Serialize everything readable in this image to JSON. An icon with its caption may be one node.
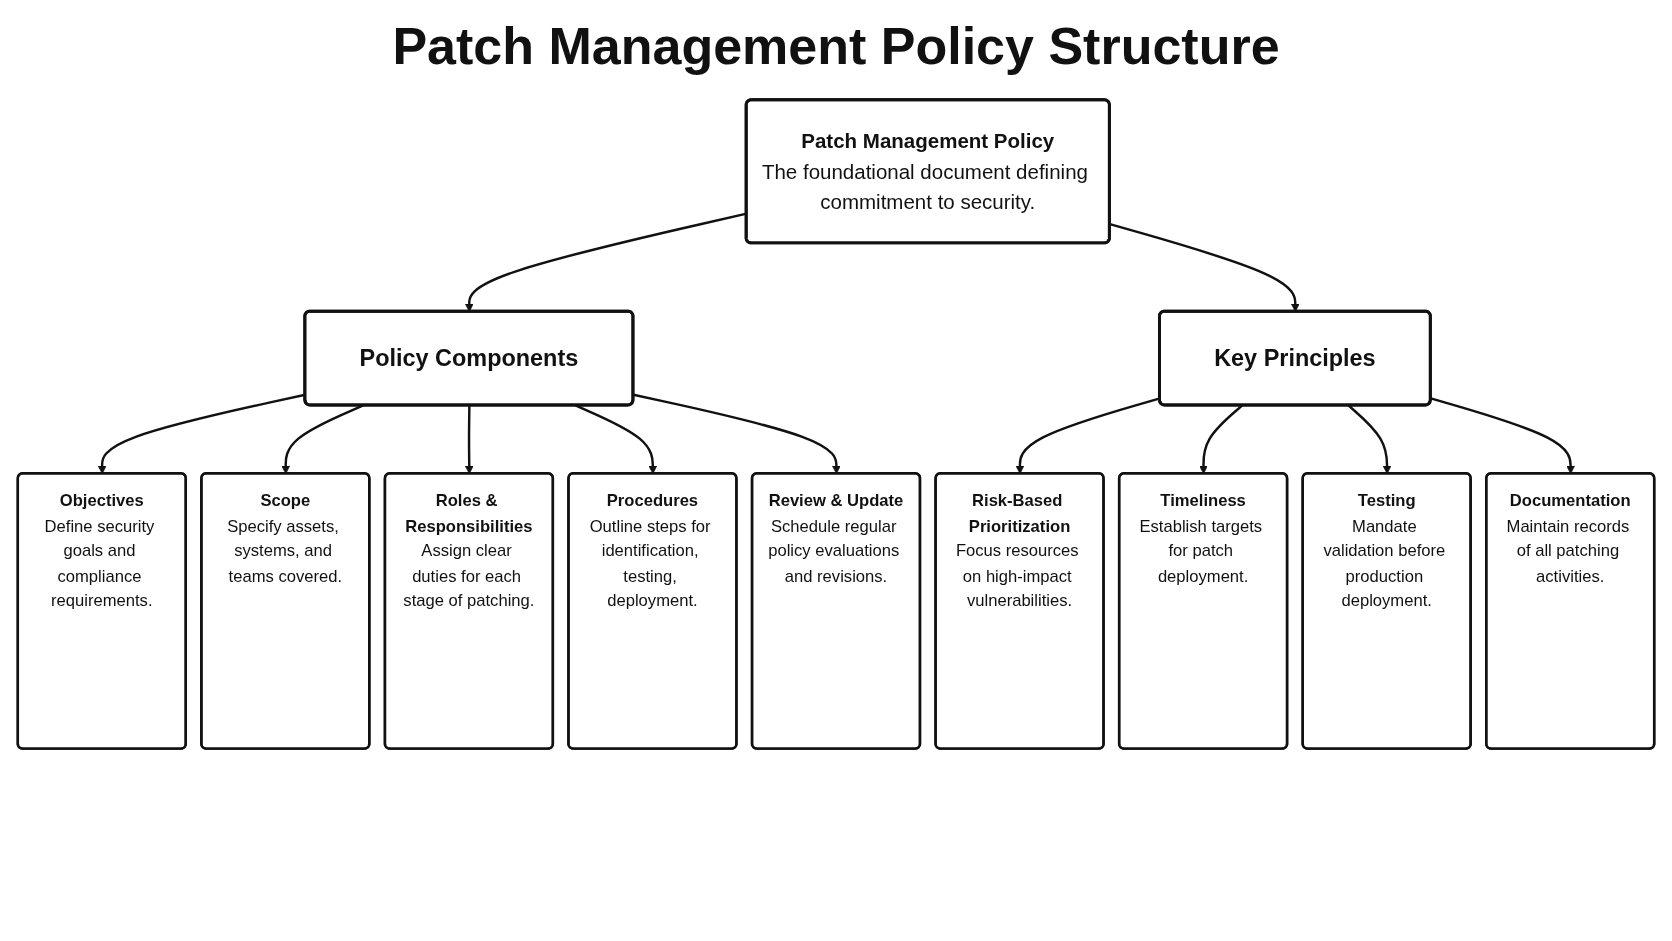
{
  "diagram": {
    "title": "Patch Management Policy Structure",
    "nodes": [
      {
        "text": [
          "Patch Management Policy",
          "The foundational document defining commitment to security."
        ]
      },
      {
        "text": [
          "Policy Components"
        ]
      },
      {
        "text": [
          "Key Principles"
        ]
      },
      {
        "text": [
          "Objectives",
          "Define security goals and compliance requirements."
        ]
      },
      {
        "text": [
          "Scope",
          "Specify assets, systems, and teams covered."
        ]
      },
      {
        "text": [
          "Roles & Responsibilities",
          "Assign clear duties for each stage of patching."
        ]
      },
      {
        "text": [
          "Procedures",
          "Outline steps for identification, testing, deployment."
        ]
      },
      {
        "text": [
          "Review & Update",
          "Schedule regular policy evaluations and revisions."
        ]
      },
      {
        "text": [
          "Risk-Based Prioritization",
          "Focus resources on high-impact vulnerabilities."
        ]
      },
      {
        "text": [
          "Timeliness",
          "Establish targets for patch deployment."
        ]
      },
      {
        "text": [
          "Testing",
          "Mandate validation before production deployment."
        ]
      },
      {
        "text": [
          "Documentation",
          "Maintain records of all patching activities."
        ]
      }
    ],
    "edges": [
      {
        "from": 0,
        "to": 1,
        "arrow": "to"
      },
      {
        "from": 0,
        "to": 2,
        "arrow": "to"
      },
      {
        "from": 1,
        "to": 3,
        "arrow": "to"
      },
      {
        "from": 1,
        "to": 4,
        "arrow": "to"
      },
      {
        "from": 1,
        "to": 5,
        "arrow": "to"
      },
      {
        "from": 1,
        "to": 6,
        "arrow": "to"
      },
      {
        "from": 1,
        "to": 7,
        "arrow": "to"
      },
      {
        "from": 2,
        "to": 8,
        "arrow": "to"
      },
      {
        "from": 2,
        "to": 9,
        "arrow": "to"
      },
      {
        "from": 2,
        "to": 10,
        "arrow": "to"
      },
      {
        "from": 2,
        "to": 11,
        "arrow": "to"
      }
    ]
  }
}
